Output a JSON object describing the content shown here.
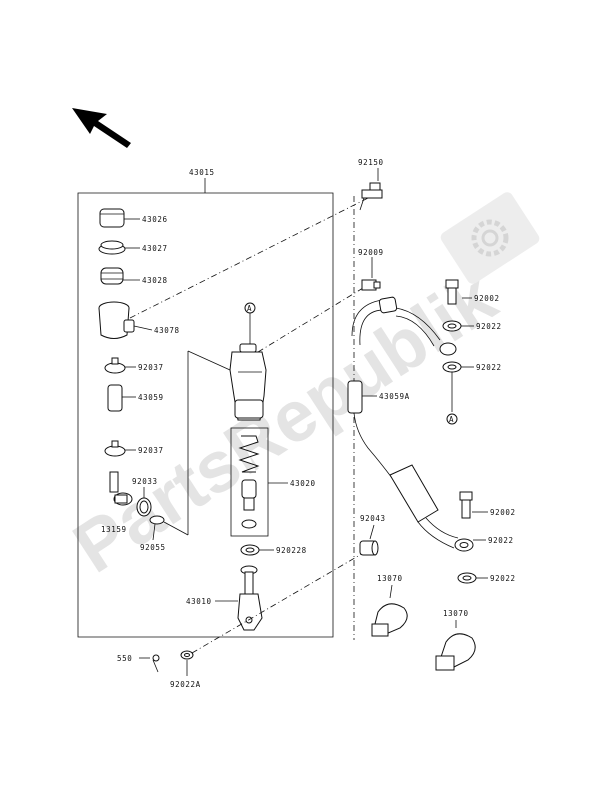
{
  "watermark": {
    "text": "PartsRepublik"
  },
  "labels": {
    "assembly": "43015",
    "p43026": "43026",
    "p43027": "43027",
    "p43028": "43028",
    "p43078": "43078",
    "p92037a": "92037",
    "p43059": "43059",
    "p92037b": "92037",
    "p92033": "92033",
    "p13159": "13159",
    "p92055": "92055",
    "p43020": "43020",
    "p92022c": "920228",
    "p43010": "43010",
    "p550": "550",
    "p92022d": "92022A",
    "p92150": "92150",
    "p92009": "92009",
    "p92002a": "92002",
    "p92022a": "92022",
    "p92022b": "92022",
    "p43059a": "43059A",
    "p92043": "92043",
    "p92002b": "92002",
    "p92022e": "92022",
    "p92022f": "92022",
    "p13070a": "13070",
    "p13070b": "13070",
    "markerA1": "A",
    "markerA2": "A"
  },
  "icons": [
    "direction-arrow-icon",
    "gear-icon"
  ],
  "colors": {
    "ink": "#111111",
    "watermark": "#e4e4e4"
  }
}
